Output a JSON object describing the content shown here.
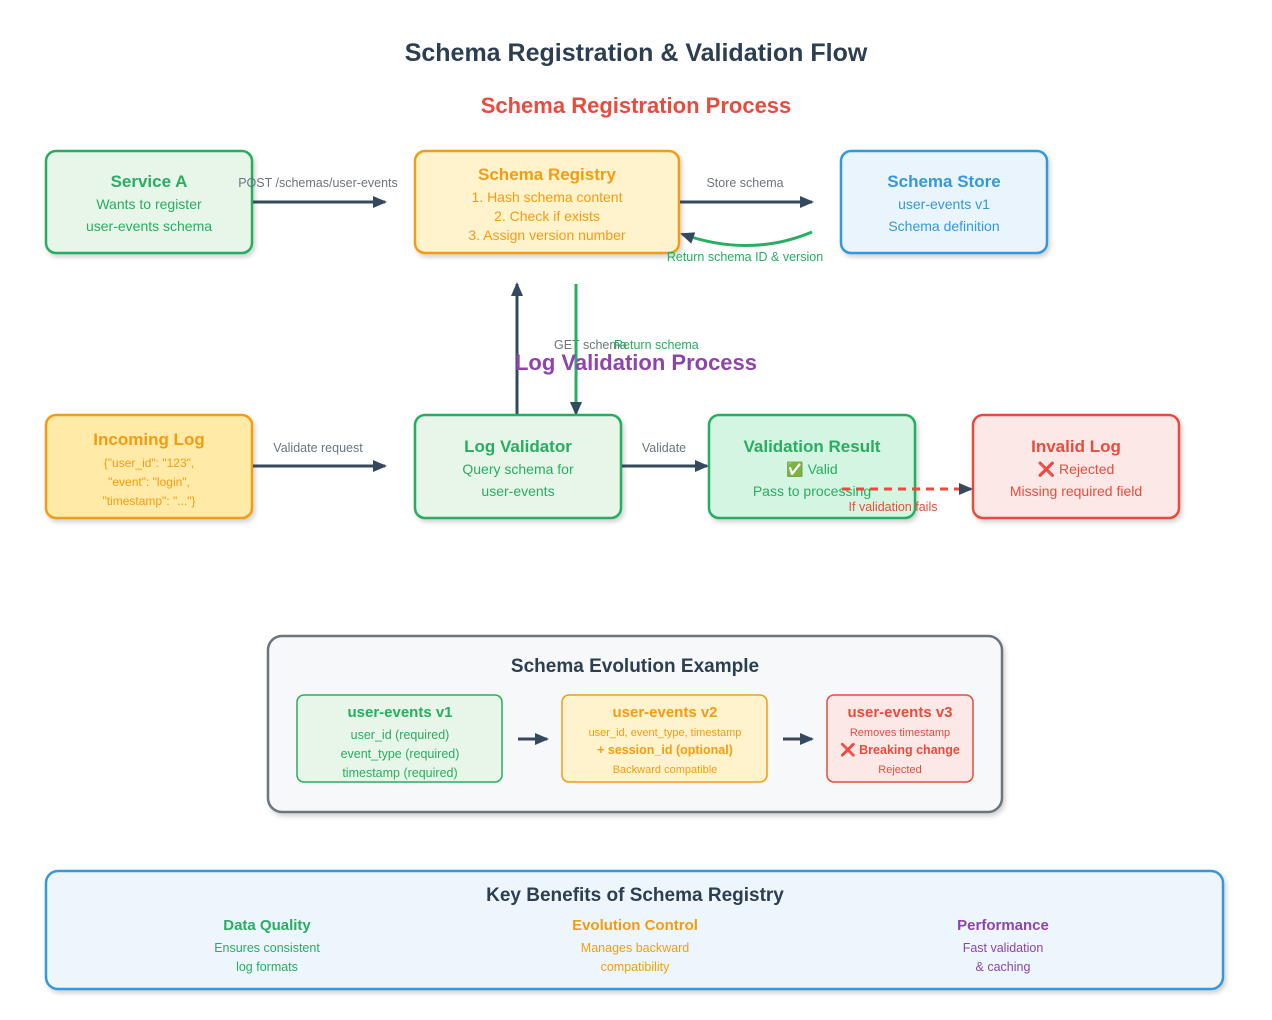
{
  "title": "Schema Registration & Validation Flow",
  "sections": {
    "registration": "Schema Registration Process",
    "validation": "Log Validation Process"
  },
  "nodes": {
    "service_a": {
      "title": "Service A",
      "lines": [
        "Wants to register",
        "user-events schema"
      ]
    },
    "registry": {
      "title": "Schema Registry",
      "lines": [
        "1. Hash schema content",
        "2. Check if exists",
        "3. Assign version number"
      ]
    },
    "store": {
      "title": "Schema Store",
      "lines": [
        "user-events v1",
        "Schema definition"
      ]
    },
    "incoming": {
      "title": "Incoming Log",
      "lines": [
        "{\"user_id\": \"123\",",
        "\"event\": \"login\",",
        "\"timestamp\": \"...\"}"
      ]
    },
    "validator": {
      "title": "Log Validator",
      "lines": [
        "Query schema for",
        "user-events"
      ]
    },
    "result": {
      "title": "Validation Result",
      "lines": [
        "✅ Valid",
        "Pass to processing"
      ]
    },
    "invalid": {
      "title": "Invalid Log",
      "lines": [
        "❌ Rejected",
        "Missing required field"
      ]
    }
  },
  "edges": {
    "post": "POST /schemas/user-events",
    "store": "Store schema",
    "return_id": "Return schema ID & version",
    "get": "GET schema",
    "return_schema": "Return schema",
    "validate_request": "Validate request",
    "validate": "Validate",
    "if_fails": "If validation fails"
  },
  "evolution": {
    "title": "Schema Evolution Example",
    "v1": {
      "title": "user-events v1",
      "lines": [
        "user_id (required)",
        "event_type (required)",
        "timestamp (required)"
      ]
    },
    "v2": {
      "title": "user-events v2",
      "lines": [
        "user_id, event_type, timestamp",
        "+ session_id (optional)",
        "Backward compatible"
      ]
    },
    "v3": {
      "title": "user-events v3",
      "lines": [
        "Removes timestamp",
        "❌ Breaking change",
        "Rejected"
      ]
    }
  },
  "benefits": {
    "title": "Key Benefits of Schema Registry",
    "items": [
      {
        "title": "Data Quality",
        "lines": [
          "Ensures consistent",
          "log formats"
        ],
        "color": "#27ae60"
      },
      {
        "title": "Evolution Control",
        "lines": [
          "Manages backward",
          "compatibility"
        ],
        "color": "#f39c12"
      },
      {
        "title": "Performance",
        "lines": [
          "Fast validation",
          "& caching"
        ],
        "color": "#8e44ad"
      }
    ]
  },
  "colors": {
    "green": "#27ae60",
    "orange": "#f39c12",
    "blue": "#3498db",
    "red": "#e74c3c",
    "purple": "#8e44ad",
    "dark": "#2c3e50",
    "gray": "#6b7580"
  }
}
